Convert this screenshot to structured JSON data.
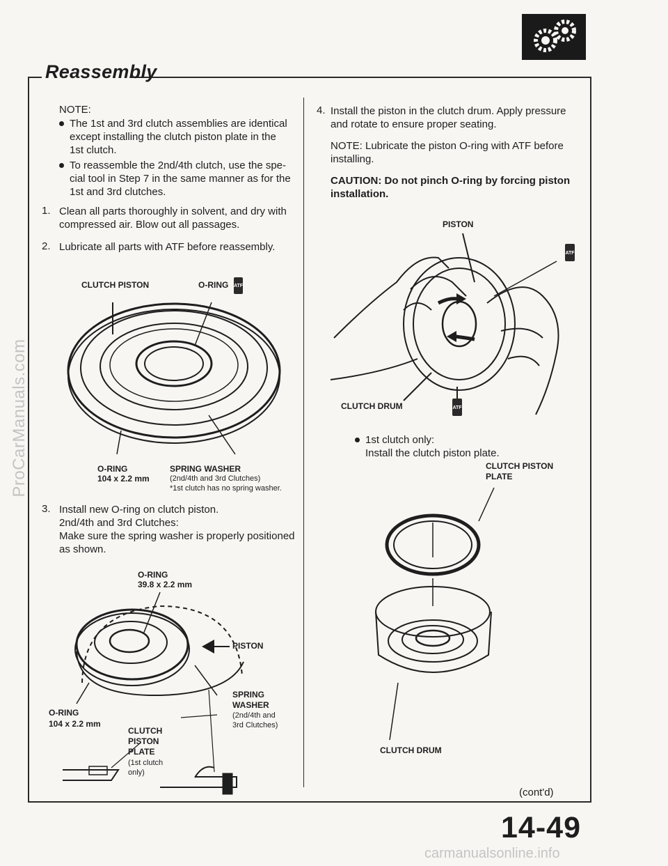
{
  "page": {
    "section_title": "Reassembly",
    "page_number": "14-49",
    "continued": "(cont'd)",
    "watermark_side": "ProCarManuals.com",
    "watermark_bottom": "carmanualsonline.info"
  },
  "left_column": {
    "note_heading": "NOTE:",
    "note_bullets": [
      [
        "The 1st and 3rd clutch assemblies are identical",
        "except installing the clutch piston plate in the",
        "1st clutch."
      ],
      [
        "To reassemble the 2nd/4th clutch, use the spe-",
        "cial tool in Step 7 in the same manner as for the",
        "1st and 3rd clutches."
      ]
    ],
    "step1": {
      "num": "1.",
      "lines": [
        "Clean all parts thoroughly in solvent, and dry with",
        "compressed air. Blow out all passages."
      ]
    },
    "step2": {
      "num": "2.",
      "lines": [
        "Lubricate all parts with ATF before reassembly."
      ]
    },
    "fig1": {
      "clutch_piston": "CLUTCH PISTON",
      "o_ring": "O-RING",
      "o_ring_lower": "O-RING",
      "o_ring_lower_size": "104 x 2.2 mm",
      "spring_washer": "SPRING WASHER",
      "spring_washer_note1": "(2nd/4th and 3rd Clutches)",
      "spring_washer_note2": "*1st clutch has no spring washer."
    },
    "step3": {
      "num": "3.",
      "lines": [
        "Install new O-ring on clutch piston.",
        "2nd/4th and 3rd Clutches:",
        "Make sure the spring washer is properly positioned",
        "as shown."
      ]
    },
    "fig2": {
      "o_ring_top": "O-RING",
      "o_ring_top_size": "39.8 x 2.2 mm",
      "piston": "PISTON",
      "spring_washer_lines": [
        "SPRING",
        "WASHER"
      ],
      "spring_washer_note": [
        "(2nd/4th and",
        "3rd Clutches)"
      ],
      "o_ring_left": "O-RING",
      "o_ring_left_size": "104 x 2.2 mm",
      "clutch_piston_plate_lines": [
        "CLUTCH",
        "PISTON",
        "PLATE"
      ],
      "clutch_piston_plate_note": [
        "(1st clutch",
        "only)"
      ]
    }
  },
  "right_column": {
    "step4": {
      "num": "4.",
      "lines": [
        "Install the piston in the clutch drum. Apply pressure",
        "and rotate to ensure proper seating."
      ]
    },
    "note": [
      "NOTE: Lubricate the piston O-ring with ATF before",
      "installing."
    ],
    "caution": [
      "CAUTION: Do not pinch O-ring by forcing piston",
      "installation."
    ],
    "fig3": {
      "piston": "PISTON",
      "clutch_drum": "CLUTCH DRUM"
    },
    "bullet": [
      "1st clutch only:",
      "Install the clutch piston plate."
    ],
    "fig4": {
      "clutch_piston_plate": [
        "CLUTCH PISTON",
        "PLATE"
      ],
      "clutch_drum": "CLUTCH DRUM"
    }
  },
  "atf_tag": "ATF"
}
